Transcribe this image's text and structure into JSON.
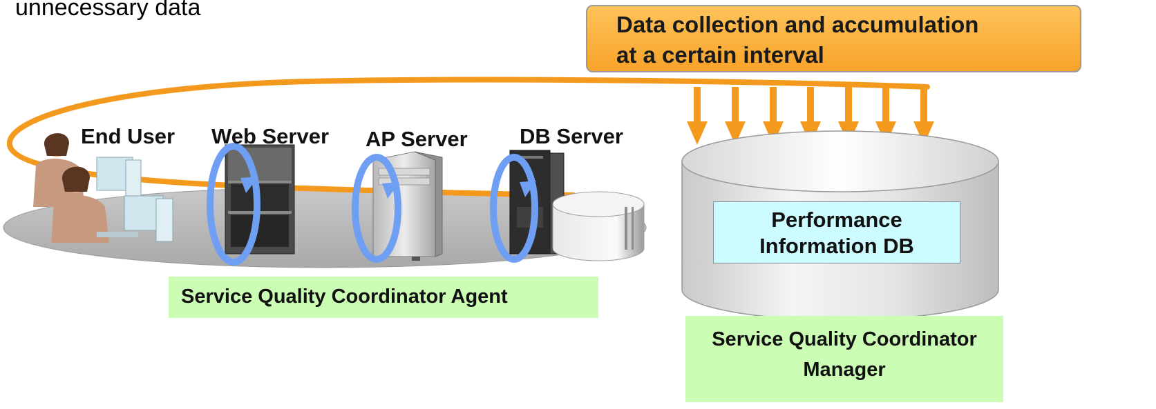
{
  "heading_fragment": "unnecessary data",
  "callout": {
    "line1": "Data collection and accumulation",
    "line2": "at a certain interval"
  },
  "nodes": {
    "end_user": "End User",
    "web_server": "Web Server",
    "ap_server": "AP Server",
    "db_server": "DB Server"
  },
  "agent_label": "Service Quality Coordinator  Agent",
  "database": {
    "label_line1": "Performance",
    "label_line2": "Information DB"
  },
  "manager_label": {
    "line1": "Service Quality Coordinator",
    "line2": "Manager"
  },
  "colors": {
    "accent_orange": "#f39a1e",
    "cycle_blue": "#6f9ff2",
    "label_green": "#ccfdb4",
    "db_box_cyan": "#ccfcff",
    "platform_gray": "#b7b7b7"
  },
  "icons": [
    "user-at-pc-icon",
    "rack-server-icon",
    "tower-server-icon",
    "db-server-icon",
    "disk-storage-icon",
    "cycle-arrow-icon",
    "down-arrow-icon"
  ]
}
